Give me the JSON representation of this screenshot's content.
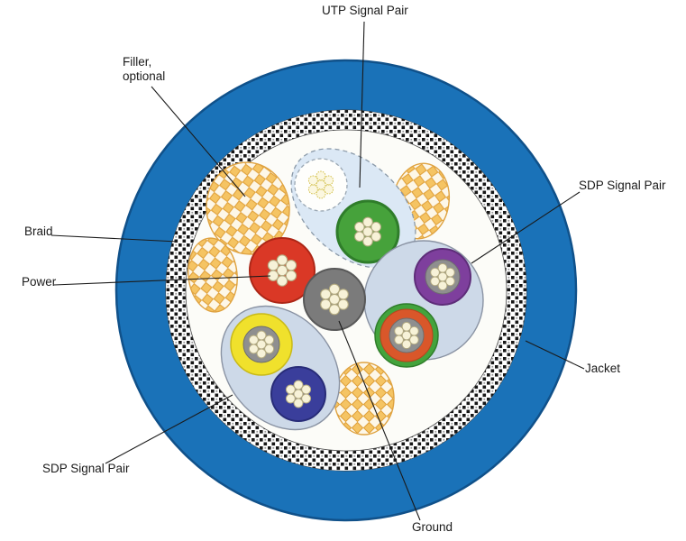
{
  "figure": {
    "type": "cable_cross_section",
    "description": "Cross-section diagram of a hybrid cable with jacket, braid, power, ground, fillers, UTP and SDP signal pairs",
    "labels": {
      "utp": "UTP Signal Pair",
      "filler_line1": "Filler,",
      "filler_line2": "optional",
      "braid": "Braid",
      "power": "Power",
      "sdp_right": "SDP Signal Pair",
      "jacket": "Jacket",
      "sdp_left": "SDP Signal Pair",
      "ground": "Ground"
    },
    "components": [
      {
        "name": "jacket",
        "color": "#1a72b8"
      },
      {
        "name": "braid",
        "color": "#141414"
      },
      {
        "name": "filler_optional",
        "color": "#f2bd55",
        "count": 4
      },
      {
        "name": "utp_signal_pair",
        "color": "#46a23b"
      },
      {
        "name": "power_conductor",
        "color": "#da3826"
      },
      {
        "name": "ground_conductor",
        "color": "#7b7b7b"
      },
      {
        "name": "sdp_signal_pair_right",
        "colors": [
          "#7e3f9d",
          "#d9572a"
        ]
      },
      {
        "name": "sdp_signal_pair_left",
        "colors": [
          "#f0e12c",
          "#3a3e9b"
        ]
      },
      {
        "name": "wire_strands",
        "color": "#f7f2d8"
      },
      {
        "name": "pair_bundle_fill",
        "color": "#cdd9e8"
      }
    ]
  }
}
